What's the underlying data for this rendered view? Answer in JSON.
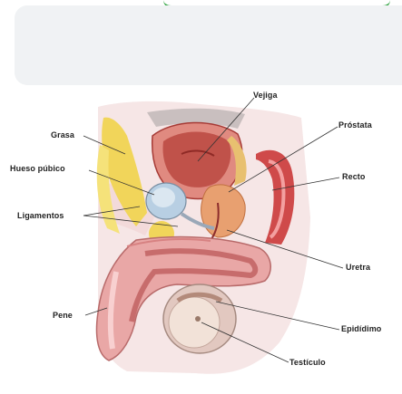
{
  "labels": {
    "vejiga": "Vejiga",
    "prostata": "Próstata",
    "grasa": "Grasa",
    "hueso_pubico": "Hueso púbico",
    "recto": "Recto",
    "ligamentos": "Ligamentos",
    "uretra": "Uretra",
    "pene": "Pene",
    "epididimo": "Epidídimo",
    "testiculo": "Testículo"
  },
  "colors": {
    "accent_green": "#3aa84a",
    "panel_bg": "#f0f2f4",
    "bladder": "#c0524a",
    "prostate": "#e8a070",
    "fat": "#f1d55a",
    "bone": "#b8cfe3",
    "rectum": "#cf4a4a"
  }
}
